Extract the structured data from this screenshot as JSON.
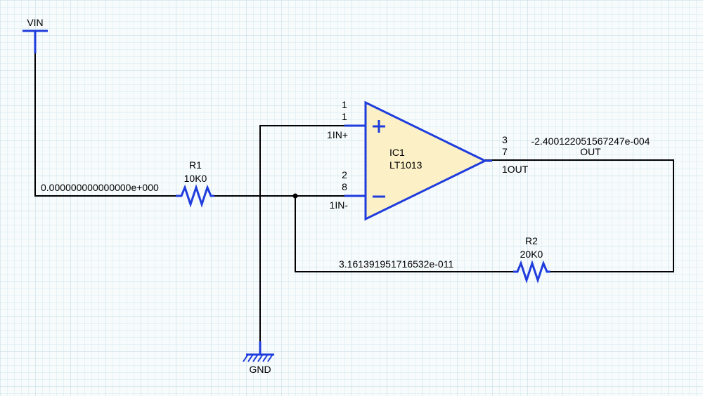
{
  "colors": {
    "component": "#1f3cdc",
    "opamp_fill": "#fbf0c6",
    "wire": "#000000",
    "grid_minor": "#d4e8ee",
    "grid_major": "#bcd9e2",
    "background": "#f7fbfc"
  },
  "icons": {
    "ground": "ground-icon",
    "vin": "power-terminal-icon",
    "resistor": "resistor-icon",
    "opamp": "opamp-triangle-icon"
  },
  "vin": {
    "label": "VIN"
  },
  "gnd": {
    "label": "GND"
  },
  "r1": {
    "ref": "R1",
    "value": "10K0"
  },
  "r2": {
    "ref": "R2",
    "value": "20K0"
  },
  "ic1": {
    "ref": "IC1",
    "part": "LT1013",
    "pin_plus_top": "1",
    "pin_plus_bottom": "1",
    "pin_plus_name": "1IN+",
    "pin_minus_top": "2",
    "pin_minus_bottom": "8",
    "pin_minus_name": "1IN-",
    "pin_out_top": "3",
    "pin_out_bottom": "7",
    "pin_out_name": "1OUT"
  },
  "nets": {
    "input_voltage": "0.000000000000000e+000",
    "feedback_voltage": "3.161391951716532e-011",
    "output_voltage": "-2.400122051567247e-004",
    "output_name": "OUT"
  }
}
